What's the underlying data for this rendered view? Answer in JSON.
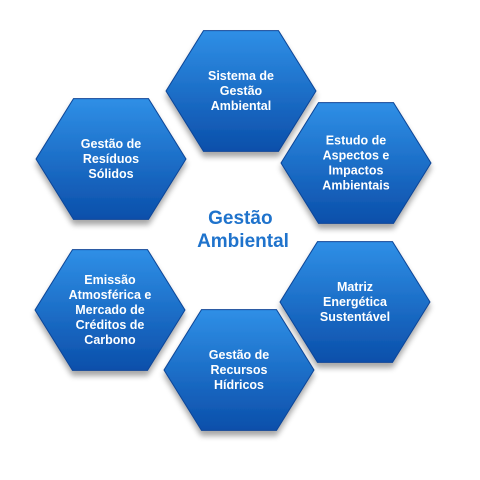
{
  "center_title": [
    "Gestão",
    "Ambiental"
  ],
  "colors": {
    "hex_light": "#2f8fe6",
    "hex_dark": "#0b4faa",
    "hex_edge": "#0a4597",
    "center_text": "#1f73cc"
  },
  "hexagons": [
    {
      "id": "sistema-gestao-ambiental",
      "lines": [
        "Sistema de",
        "Gestão",
        "Ambiental"
      ]
    },
    {
      "id": "estudo-aspectos-impactos",
      "lines": [
        "Estudo de",
        "Aspectos e",
        "Impactos",
        "Ambientais"
      ]
    },
    {
      "id": "matriz-energetica",
      "lines": [
        "Matriz",
        "Energética",
        "Sustentável"
      ]
    },
    {
      "id": "gestao-recursos-hidricos",
      "lines": [
        "Gestão de",
        "Recursos",
        "Hídricos"
      ]
    },
    {
      "id": "emissao-atmosferica",
      "lines": [
        "Emissão",
        "Atmosférica e",
        "Mercado de",
        "Créditos de",
        "Carbono"
      ]
    },
    {
      "id": "gestao-residuos-solidos",
      "lines": [
        "Gestão de",
        "Resíduos",
        "Sólidos"
      ]
    }
  ]
}
